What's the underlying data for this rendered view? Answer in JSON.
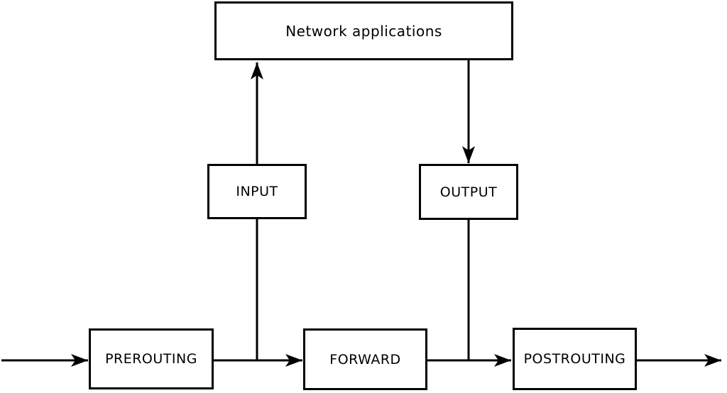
{
  "diagram": {
    "background_color": "#ffffff",
    "stroke_color": "#000000",
    "nodes": {
      "network_applications": {
        "label": "Network applications"
      },
      "input": {
        "label": "INPUT"
      },
      "output": {
        "label": "OUTPUT"
      },
      "prerouting": {
        "label": "PREROUTING"
      },
      "forward": {
        "label": "FORWARD"
      },
      "postrouting": {
        "label": "POSTROUTING"
      }
    },
    "edges": [
      {
        "from": "outside-left",
        "to": "PREROUTING",
        "arrowhead": true
      },
      {
        "from": "PREROUTING",
        "to": "FORWARD",
        "arrowhead": true
      },
      {
        "from": "PREROUTING-FORWARD line",
        "to": "INPUT",
        "arrowhead": false
      },
      {
        "from": "INPUT",
        "to": "Network applications",
        "arrowhead": true
      },
      {
        "from": "Network applications",
        "to": "OUTPUT",
        "arrowhead": true
      },
      {
        "from": "OUTPUT",
        "to": "FORWARD-POSTROUTING line",
        "arrowhead": false
      },
      {
        "from": "FORWARD",
        "to": "POSTROUTING",
        "arrowhead": true
      },
      {
        "from": "POSTROUTING",
        "to": "outside-right",
        "arrowhead": true
      }
    ]
  }
}
